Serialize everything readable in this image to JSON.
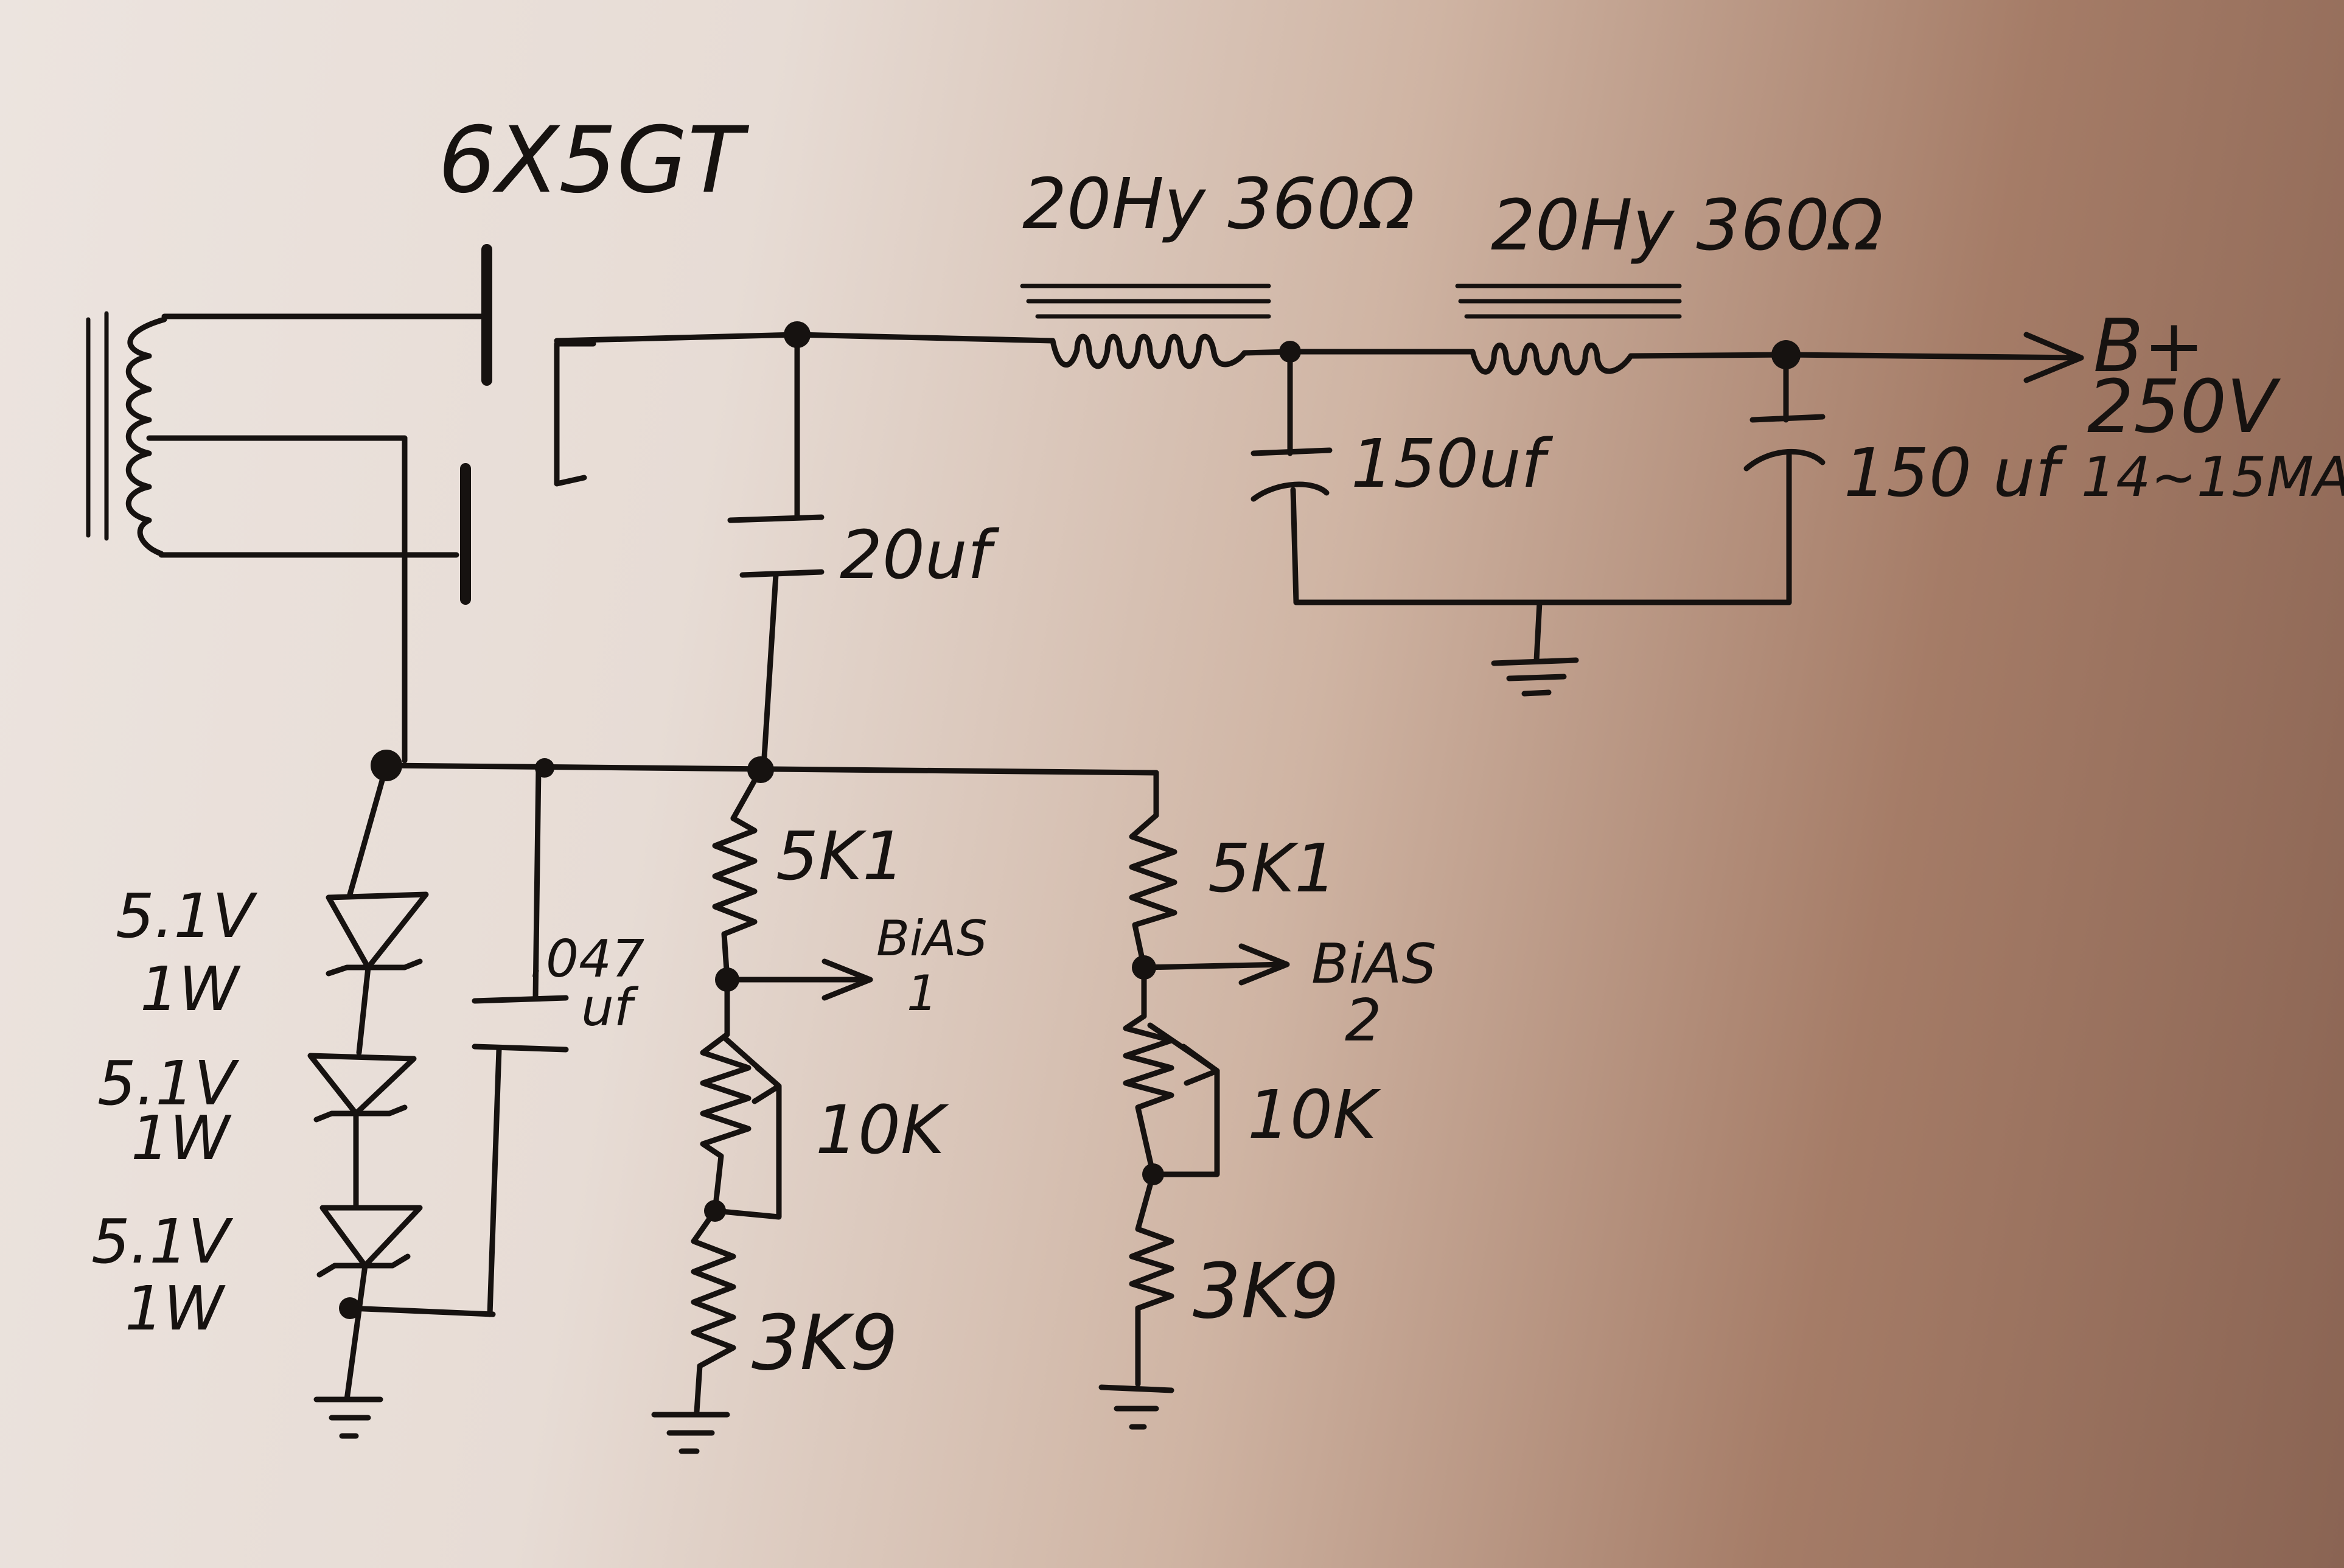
{
  "tube": {
    "label": "6X5GT"
  },
  "chokes": [
    {
      "label": "20Hy 360Ω"
    },
    {
      "label": "20Hy 360Ω"
    }
  ],
  "capacitors": {
    "c_20": "20uf",
    "c_150a": "150uf",
    "c_150b": "150 uf",
    "c_047": ".047",
    "c_047_unit": "uf"
  },
  "output": {
    "name": "B+",
    "voltage": "250V",
    "current": "14~15MA"
  },
  "zeners": [
    {
      "voltage": "5.1V",
      "power": "1W"
    },
    {
      "voltage": "5.1V",
      "power": "1W"
    },
    {
      "voltage": "5.1V",
      "power": "1W"
    }
  ],
  "bias_branches": [
    {
      "r_top": "5K1",
      "pot": "10K",
      "r_bottom": "3K9",
      "output": "BiAS",
      "output_num": "1"
    },
    {
      "r_top": "5K1",
      "pot": "10K",
      "r_bottom": "3K9",
      "output": "BiAS",
      "output_num": "2"
    }
  ]
}
